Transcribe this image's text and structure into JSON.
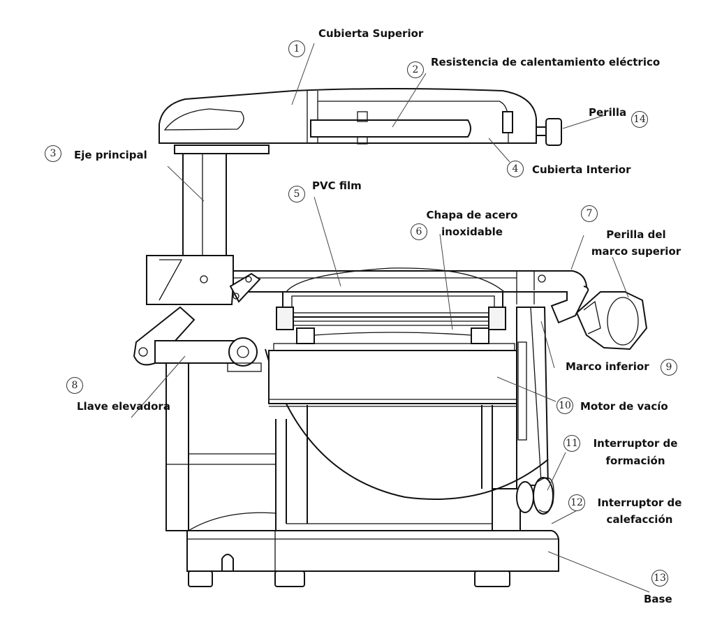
{
  "parts": [
    {
      "number": "1",
      "label": "Cubierta Superior"
    },
    {
      "number": "2",
      "label": "Resistencia de calentamiento eléctrico"
    },
    {
      "number": "3",
      "label": "Eje principal"
    },
    {
      "number": "4",
      "label": "Cubierta Interior"
    },
    {
      "number": "5",
      "label": "PVC film"
    },
    {
      "number": "6",
      "label": "Chapa de acero inoxidable"
    },
    {
      "number": "7",
      "label": "Perilla del marco superior"
    },
    {
      "number": "8",
      "label": "Llave elevadora"
    },
    {
      "number": "9",
      "label": "Marco inferior"
    },
    {
      "number": "10",
      "label": "Motor de vacío"
    },
    {
      "number": "11",
      "label": "Interruptor de formación"
    },
    {
      "number": "12",
      "label": "Interruptor de calefacción"
    },
    {
      "number": "13",
      "label": "Base"
    },
    {
      "number": "14",
      "label": "Perilla"
    }
  ],
  "label_lines": {
    "p6_line1": "Chapa de acero",
    "p6_line2": "inoxidable",
    "p7_line1": "Perilla del",
    "p7_line2": "marco superior",
    "p11_line1": "Interruptor de",
    "p11_line2": "formación",
    "p12_line1": "Interruptor de",
    "p12_line2": "calefacción"
  }
}
